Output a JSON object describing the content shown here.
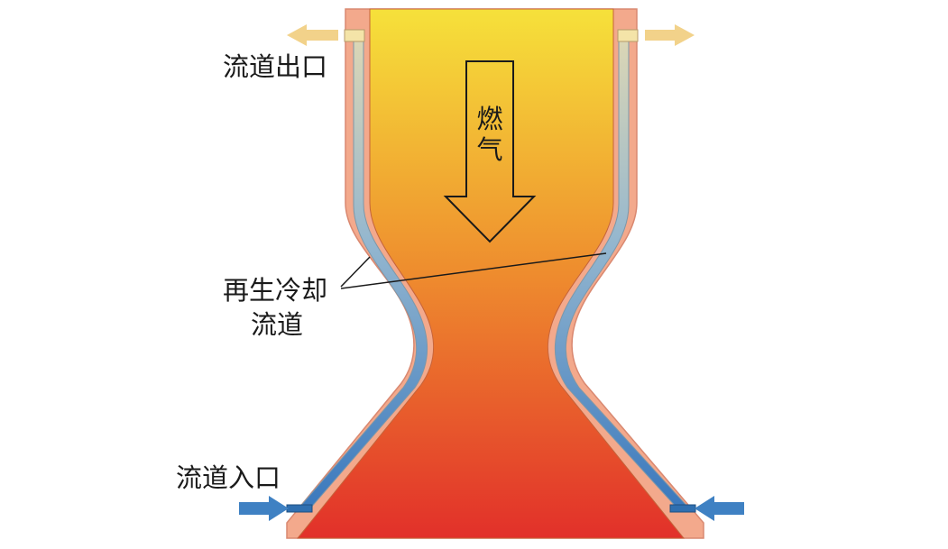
{
  "labels": {
    "outlet": "流道出口",
    "inlet": "流道入口",
    "channel_line1": "再生冷却",
    "channel_line2": "流道",
    "gas_char1": "燃",
    "gas_char2": "气"
  },
  "colors": {
    "gas_top": "#f6e13a",
    "gas_mid": "#ee8c2e",
    "gas_bottom": "#e2302a",
    "wall": "#f3a98c",
    "wall_edge": "#d07060",
    "channel_top": "#dfd8b4",
    "channel_bottom": "#3a78bd",
    "outlet_arrow": "#f2d28a",
    "inlet_arrow": "#3f81c3"
  }
}
